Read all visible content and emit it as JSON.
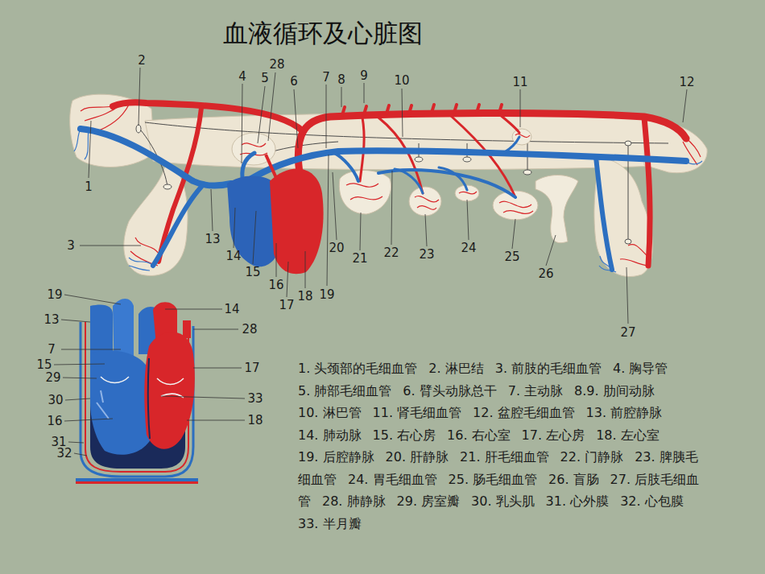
{
  "diagram": {
    "title": "血液循环及心脏图",
    "labels": [
      "2",
      "28",
      "4",
      "5",
      "6",
      "7",
      "8",
      "9",
      "10",
      "11",
      "12",
      "1",
      "3",
      "13",
      "14",
      "15",
      "16",
      "17",
      "18",
      "19",
      "20",
      "21",
      "22",
      "23",
      "24",
      "25",
      "26",
      "27",
      "19",
      "13",
      "7",
      "15",
      "29",
      "30",
      "16",
      "31",
      "32",
      "14",
      "28",
      "17",
      "33",
      "18",
      "1. 头颈部的毛细血管",
      "2. 淋巴结",
      "3. 前肢的毛细血管",
      "4. 胸导管",
      "5. 肺部毛细血管",
      "6. 臂头动脉总干",
      "7. 主动脉",
      "8.9. 肋间动脉",
      "10. 淋巴管",
      "11. 肾毛细血管",
      "12. 盆腔毛细血管",
      "13. 前腔静脉",
      "14. 肺动脉",
      "15. 右心房",
      "16. 右心室",
      "17. 左心房",
      "18. 左心室",
      "19. 后腔静脉",
      "20. 肝静脉",
      "21. 肝毛细血管",
      "22. 门静脉",
      "23. 脾胰毛细血管",
      "24. 胃毛细血管",
      "25. 肠毛细血管",
      "26. 盲肠",
      "27. 后肢毛细血管",
      "28. 肺静脉",
      "29. 房室瓣",
      "30. 乳头肌",
      "31. 心外膜",
      "32. 心包膜",
      "33. 半月瓣"
    ]
  }
}
